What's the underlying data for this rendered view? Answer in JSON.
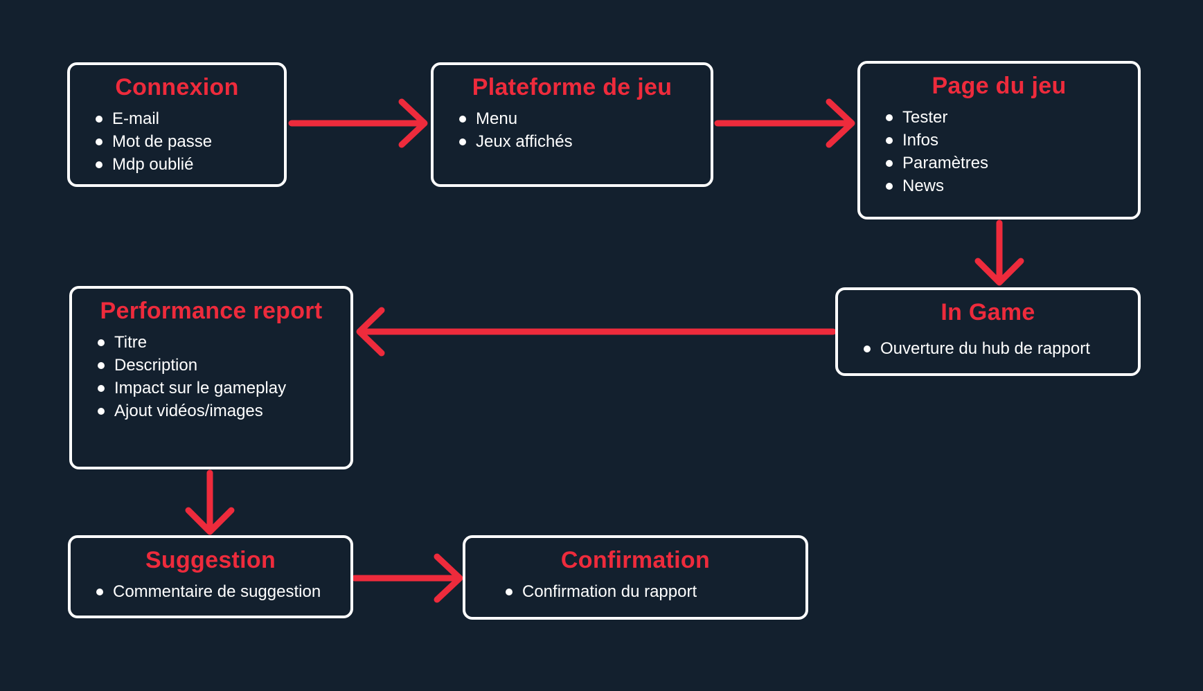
{
  "colors": {
    "background": "#13202e",
    "box_fill": "#13202e",
    "box_border": "#ffffff",
    "accent": "#ee2b3c",
    "text": "#ffffff"
  },
  "nodes": [
    {
      "id": "connexion",
      "title": "Connexion",
      "items": [
        "E-mail",
        "Mot de passe",
        "Mdp oublié"
      ]
    },
    {
      "id": "plateforme-de-jeu",
      "title": "Plateforme de jeu",
      "items": [
        "Menu",
        "Jeux affichés"
      ]
    },
    {
      "id": "page-du-jeu",
      "title": "Page du jeu",
      "items": [
        "Tester",
        "Infos",
        "Paramètres",
        "News"
      ]
    },
    {
      "id": "in-game",
      "title": "In Game",
      "items": [
        "Ouverture du hub de rapport"
      ]
    },
    {
      "id": "performance-report",
      "title": "Performance report",
      "items": [
        "Titre",
        "Description",
        "Impact sur le gameplay",
        "Ajout vidéos/images"
      ]
    },
    {
      "id": "suggestion",
      "title": "Suggestion",
      "items": [
        "Commentaire de suggestion"
      ]
    },
    {
      "id": "confirmation",
      "title": "Confirmation",
      "items": [
        "Confirmation du rapport"
      ]
    }
  ],
  "edges": [
    {
      "from": "connexion",
      "to": "plateforme-de-jeu"
    },
    {
      "from": "plateforme-de-jeu",
      "to": "page-du-jeu"
    },
    {
      "from": "page-du-jeu",
      "to": "in-game"
    },
    {
      "from": "in-game",
      "to": "performance-report"
    },
    {
      "from": "performance-report",
      "to": "suggestion"
    },
    {
      "from": "suggestion",
      "to": "confirmation"
    }
  ]
}
